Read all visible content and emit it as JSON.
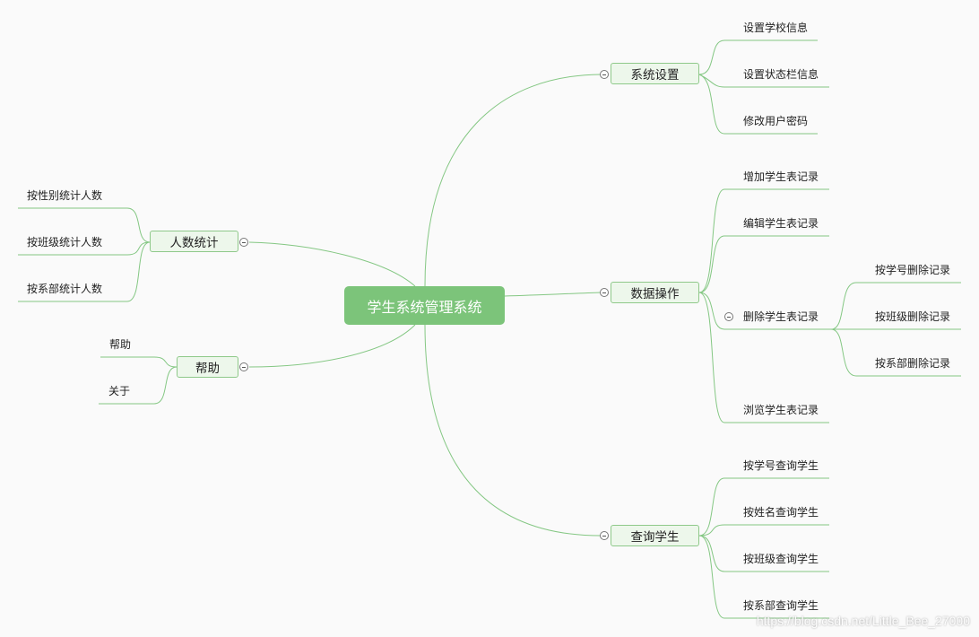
{
  "root": "学生系统管理系统",
  "branches": {
    "system_settings": {
      "label": "系统设置",
      "items": [
        "设置学校信息",
        "设置状态栏信息",
        "修改用户密码"
      ]
    },
    "data_ops": {
      "label": "数据操作",
      "items": [
        "增加学生表记录",
        "编辑学生表记录",
        "删除学生表记录",
        "浏览学生表记录"
      ],
      "delete_children": [
        "按学号删除记录",
        "按班级删除记录",
        "按系部删除记录"
      ]
    },
    "query": {
      "label": "查询学生",
      "items": [
        "按学号查询学生",
        "按姓名查询学生",
        "按班级查询学生",
        "按系部查询学生"
      ]
    },
    "stats": {
      "label": "人数统计",
      "items": [
        "按性别统计人数",
        "按班级统计人数",
        "按系部统计人数"
      ]
    },
    "help": {
      "label": "帮助",
      "items": [
        "帮助",
        "关于"
      ]
    }
  },
  "watermark": "https://blog.csdn.net/Little_Bee_27000",
  "colors": {
    "line": "#7cc47a",
    "root_fill": "#7cc47a",
    "node_fill": "#edf7eb",
    "node_border": "#8fc98a"
  }
}
